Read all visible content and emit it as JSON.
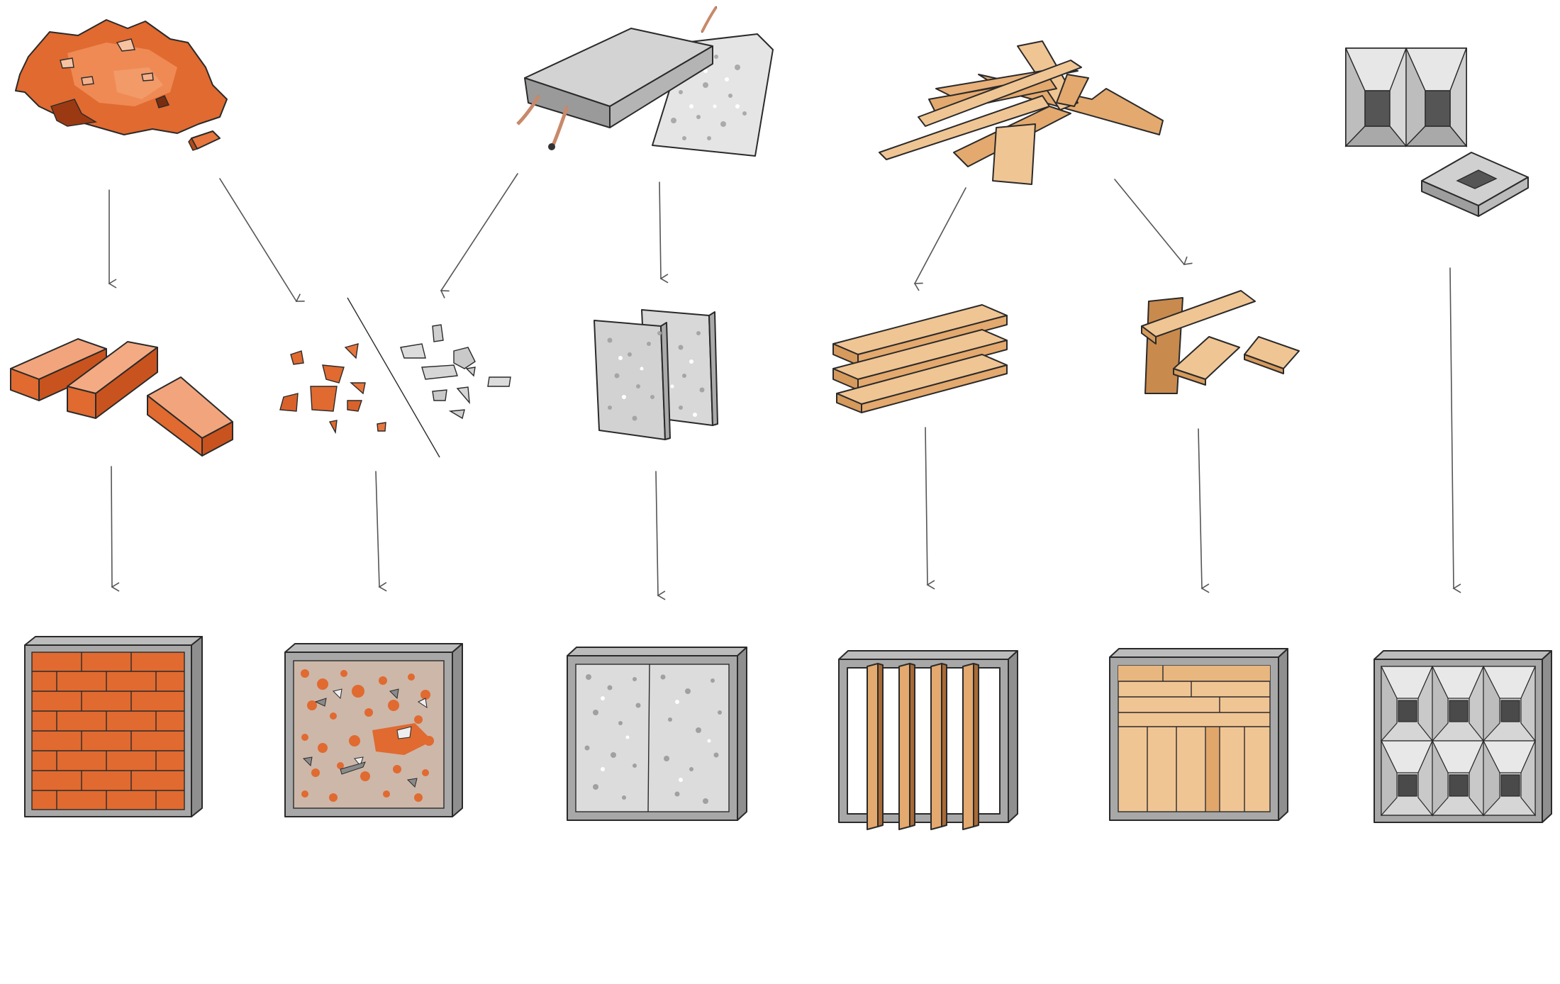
{
  "colors": {
    "brick_dark": "#d9622b",
    "brick_mid": "#e8763f",
    "brick_light": "#f2a57c",
    "concrete_face": "#c9c9c9",
    "concrete_light": "#dcdcdc",
    "concrete_dark": "#9a9a9a",
    "wood_light": "#f0c594",
    "wood_mid": "#e3a96e",
    "wood_dark": "#b57a44",
    "frame_gray": "#9d9d9d",
    "frame_front": "#b4b4b4",
    "mortar": "#c9b4a6",
    "background": "#ffffff"
  },
  "diagram": {
    "sources": [
      "brick-rubble-pile",
      "reinforced-concrete-slabs",
      "scrap-wood-pile",
      "concrete-formwork-blocks"
    ],
    "intermediates": [
      "whole-bricks",
      "crushed-brick-and-concrete",
      "concrete-slab-pieces",
      "stacked-wood-planks",
      "wood-offcuts",
      "concrete-blocks"
    ],
    "results": [
      "brick-wall-panel",
      "terrazzo-panel",
      "concrete-panel",
      "wood-slat-panel",
      "wood-parquet-panel",
      "concrete-block-panel"
    ]
  }
}
